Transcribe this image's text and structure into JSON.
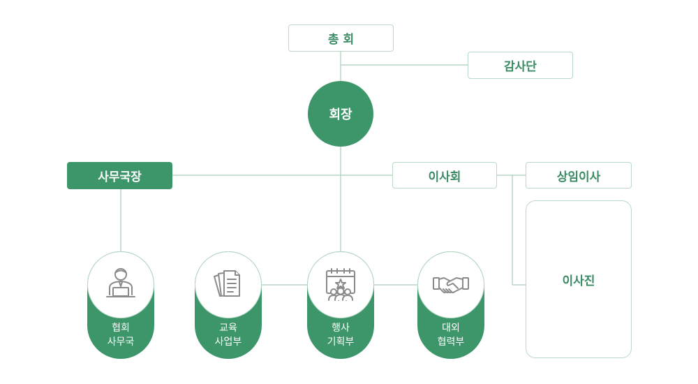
{
  "org": {
    "general_assembly": "총 회",
    "audit": "감사단",
    "president": "회장",
    "secretary_general": "사무국장",
    "board_meeting": "이사회",
    "standing_director": "상임이사",
    "board_of_directors": "이사진"
  },
  "departments": [
    {
      "line1": "협회",
      "line2": "사무국",
      "icon": "office-worker-laptop-icon"
    },
    {
      "line1": "교육",
      "line2": "사업부",
      "icon": "documents-icon"
    },
    {
      "line1": "행사",
      "line2": "기획부",
      "icon": "event-calendar-icon"
    },
    {
      "line1": "대외",
      "line2": "협력부",
      "icon": "handshake-icon"
    }
  ],
  "colors": {
    "primary_green": "#3c9669",
    "text_green": "#3a8a63",
    "line": "#a9cdb9",
    "icon_gray": "#8a8a8a"
  }
}
